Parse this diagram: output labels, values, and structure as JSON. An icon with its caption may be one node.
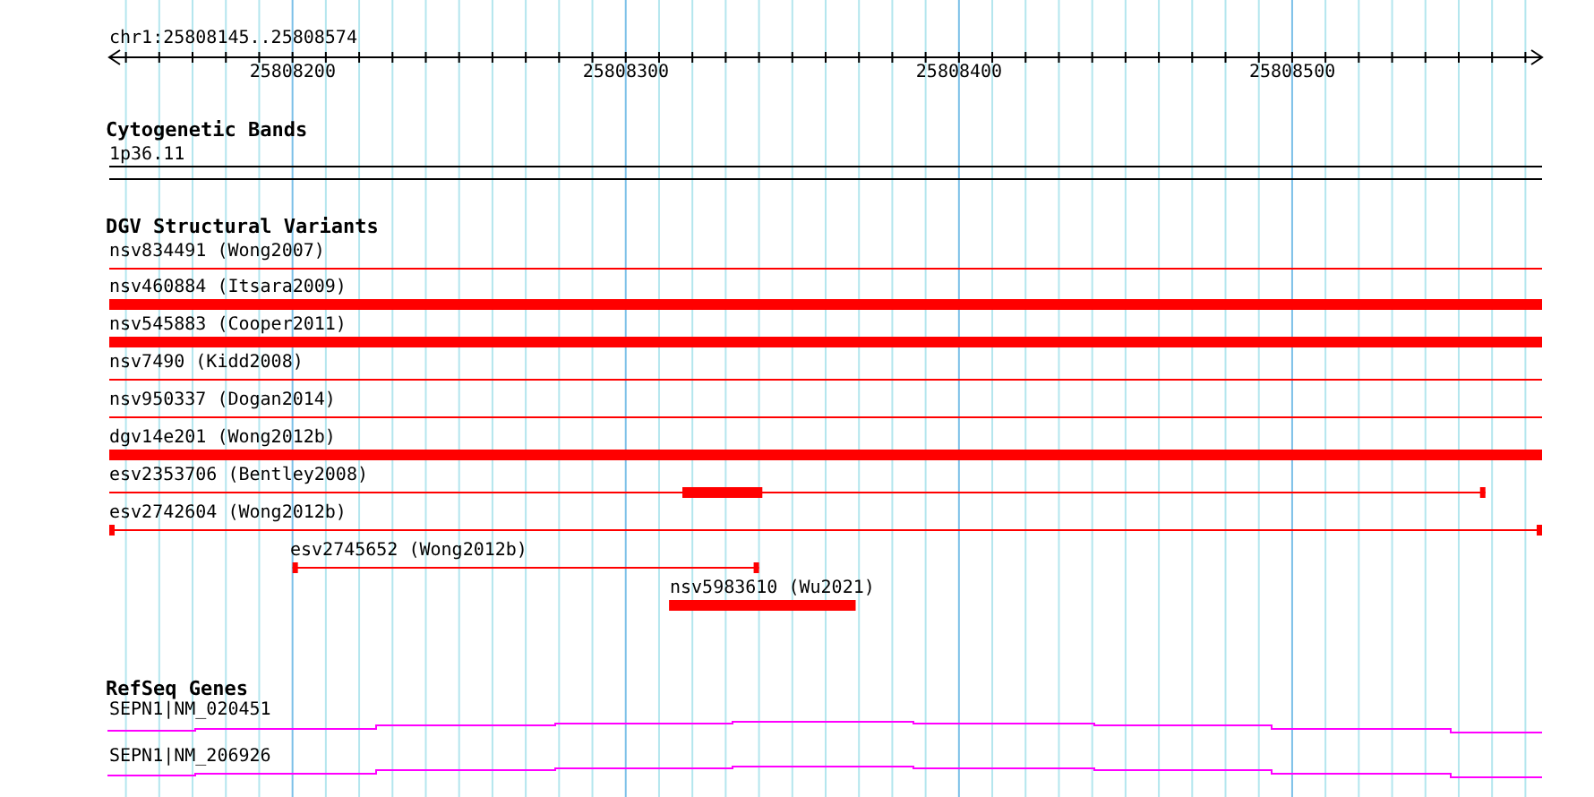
{
  "diagram": {
    "title": "chr1:25808145..25808574",
    "labels": [
      "25808200",
      "25808300",
      "25808400",
      "25808500",
      "Cytogenetic Bands",
      "1p36.11",
      "DGV Structural Variants",
      "nsv834491 (Wong2007)",
      "nsv460884 (Itsara2009)",
      "nsv545883 (Cooper2011)",
      "nsv7490 (Kidd2008)",
      "nsv950337 (Dogan2014)",
      "dgv14e201 (Wong2012b)",
      "esv2353706 (Bentley2008)",
      "esv2742604 (Wong2012b)",
      "esv2745652 (Wong2012b)",
      "nsv5983610 (Wu2021)",
      "RefSeq Genes",
      "SEPN1|NM_020451",
      "SEPN1|NM_206926"
    ]
  }
}
